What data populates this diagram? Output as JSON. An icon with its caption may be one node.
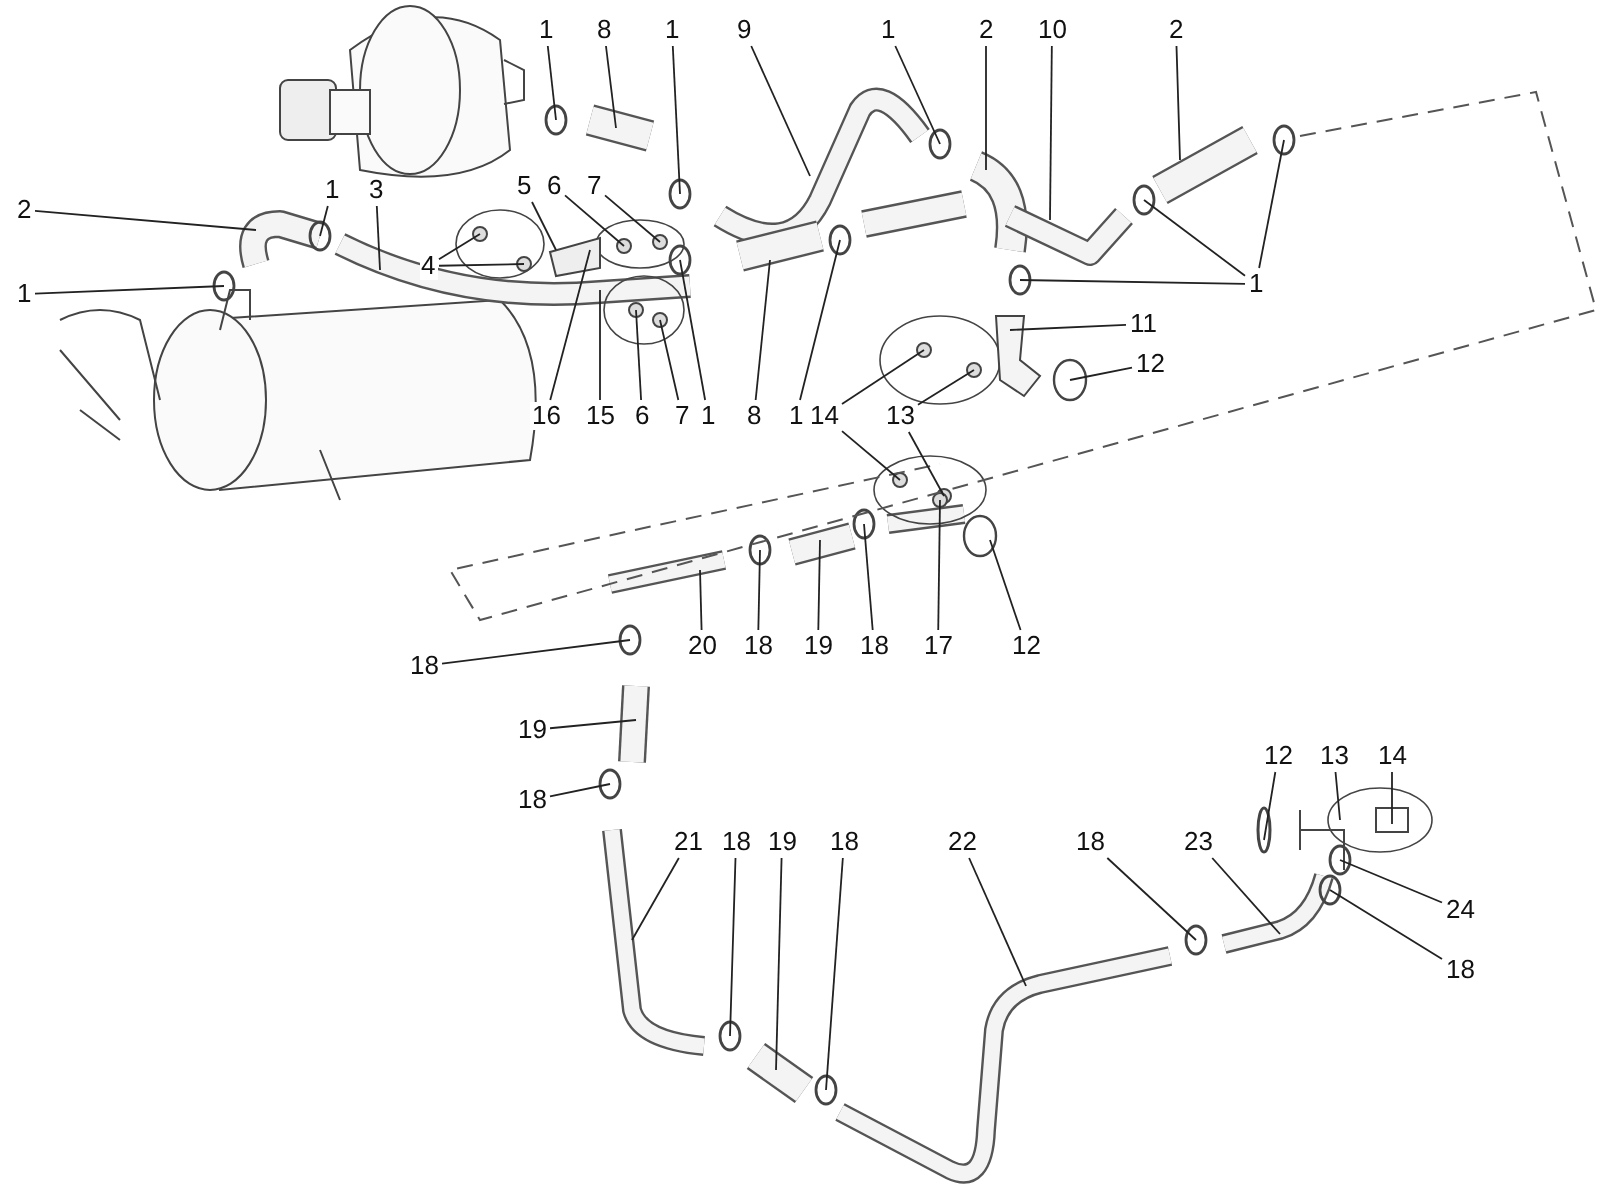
{
  "diagram": {
    "nodes": [
      {
        "text": [
          "1"
        ]
      },
      {
        "text": [
          "8"
        ]
      },
      {
        "text": [
          "1"
        ]
      },
      {
        "text": [
          "9"
        ]
      },
      {
        "text": [
          "1"
        ]
      },
      {
        "text": [
          "2"
        ]
      },
      {
        "text": [
          "10"
        ]
      },
      {
        "text": [
          "2"
        ]
      },
      {
        "text": [
          "2"
        ]
      },
      {
        "text": [
          "1"
        ]
      },
      {
        "text": [
          "3"
        ]
      },
      {
        "text": [
          "1"
        ]
      },
      {
        "text": [
          "4"
        ]
      },
      {
        "text": [
          "5"
        ]
      },
      {
        "text": [
          "6"
        ]
      },
      {
        "text": [
          "7"
        ]
      },
      {
        "text": [
          "16"
        ]
      },
      {
        "text": [
          "15"
        ]
      },
      {
        "text": [
          "6"
        ]
      },
      {
        "text": [
          "7"
        ]
      },
      {
        "text": [
          "1"
        ]
      },
      {
        "text": [
          "8"
        ]
      },
      {
        "text": [
          "1"
        ]
      },
      {
        "text": [
          "1"
        ]
      },
      {
        "text": [
          "14"
        ]
      },
      {
        "text": [
          "11"
        ]
      },
      {
        "text": [
          "13"
        ]
      },
      {
        "text": [
          "12"
        ]
      },
      {
        "text": [
          "18"
        ]
      },
      {
        "text": [
          "20"
        ]
      },
      {
        "text": [
          "18"
        ]
      },
      {
        "text": [
          "19"
        ]
      },
      {
        "text": [
          "18"
        ]
      },
      {
        "text": [
          "17"
        ]
      },
      {
        "text": [
          "12"
        ]
      },
      {
        "text": [
          "19"
        ]
      },
      {
        "text": [
          "18"
        ]
      },
      {
        "text": [
          "21"
        ]
      },
      {
        "text": [
          "18"
        ]
      },
      {
        "text": [
          "19"
        ]
      },
      {
        "text": [
          "18"
        ]
      },
      {
        "text": [
          "22"
        ]
      },
      {
        "text": [
          "18"
        ]
      },
      {
        "text": [
          "23"
        ]
      },
      {
        "text": [
          "12"
        ]
      },
      {
        "text": [
          "13"
        ]
      },
      {
        "text": [
          "14"
        ]
      },
      {
        "text": [
          "24"
        ]
      },
      {
        "text": [
          "18"
        ]
      }
    ],
    "edges": [
      {
        "from": 0,
        "to": null,
        "arrow": "none"
      },
      {
        "from": 1,
        "to": null,
        "arrow": "none"
      },
      {
        "from": 2,
        "to": null,
        "arrow": "none"
      },
      {
        "from": 3,
        "to": null,
        "arrow": "none"
      },
      {
        "from": 4,
        "to": null,
        "arrow": "none"
      },
      {
        "from": 5,
        "to": null,
        "arrow": "none"
      },
      {
        "from": 6,
        "to": null,
        "arrow": "none"
      },
      {
        "from": 7,
        "to": null,
        "arrow": "none"
      },
      {
        "from": 8,
        "to": null,
        "arrow": "none"
      },
      {
        "from": 9,
        "to": null,
        "arrow": "none"
      },
      {
        "from": 10,
        "to": null,
        "arrow": "none"
      },
      {
        "from": 11,
        "to": null,
        "arrow": "none"
      },
      {
        "from": 12,
        "to": null,
        "arrow": "none"
      },
      {
        "from": 12,
        "to": null,
        "arrow": "none"
      },
      {
        "from": 13,
        "to": null,
        "arrow": "none"
      },
      {
        "from": 14,
        "to": null,
        "arrow": "none"
      },
      {
        "from": 15,
        "to": null,
        "arrow": "none"
      },
      {
        "from": 16,
        "to": null,
        "arrow": "none"
      },
      {
        "from": 17,
        "to": null,
        "arrow": "none"
      },
      {
        "from": 18,
        "to": null,
        "arrow": "none"
      },
      {
        "from": 19,
        "to": null,
        "arrow": "none"
      },
      {
        "from": 20,
        "to": null,
        "arrow": "none"
      },
      {
        "from": 21,
        "to": null,
        "arrow": "none"
      },
      {
        "from": 22,
        "to": null,
        "arrow": "none"
      },
      {
        "from": 23,
        "to": null,
        "arrow": "none"
      },
      {
        "from": 23,
        "to": null,
        "arrow": "none"
      },
      {
        "from": 23,
        "to": null,
        "arrow": "none"
      },
      {
        "from": 24,
        "to": null,
        "arrow": "none"
      },
      {
        "from": 24,
        "to": null,
        "arrow": "none"
      },
      {
        "from": 25,
        "to": null,
        "arrow": "none"
      },
      {
        "from": 26,
        "to": null,
        "arrow": "none"
      },
      {
        "from": 26,
        "to": null,
        "arrow": "none"
      },
      {
        "from": 27,
        "to": null,
        "arrow": "none"
      },
      {
        "from": 28,
        "to": null,
        "arrow": "none"
      },
      {
        "from": 29,
        "to": null,
        "arrow": "none"
      },
      {
        "from": 30,
        "to": null,
        "arrow": "none"
      },
      {
        "from": 31,
        "to": null,
        "arrow": "none"
      },
      {
        "from": 32,
        "to": null,
        "arrow": "none"
      },
      {
        "from": 33,
        "to": null,
        "arrow": "none"
      },
      {
        "from": 34,
        "to": null,
        "arrow": "none"
      },
      {
        "from": 35,
        "to": null,
        "arrow": "none"
      },
      {
        "from": 36,
        "to": null,
        "arrow": "none"
      },
      {
        "from": 37,
        "to": null,
        "arrow": "none"
      },
      {
        "from": 38,
        "to": null,
        "arrow": "none"
      },
      {
        "from": 39,
        "to": null,
        "arrow": "none"
      },
      {
        "from": 40,
        "to": null,
        "arrow": "none"
      },
      {
        "from": 41,
        "to": null,
        "arrow": "none"
      },
      {
        "from": 42,
        "to": null,
        "arrow": "none"
      },
      {
        "from": 43,
        "to": null,
        "arrow": "none"
      },
      {
        "from": 44,
        "to": null,
        "arrow": "none"
      },
      {
        "from": 45,
        "to": null,
        "arrow": "none"
      },
      {
        "from": 46,
        "to": null,
        "arrow": "none"
      },
      {
        "from": 47,
        "to": null,
        "arrow": "none"
      },
      {
        "from": 48,
        "to": null,
        "arrow": "none"
      }
    ]
  }
}
